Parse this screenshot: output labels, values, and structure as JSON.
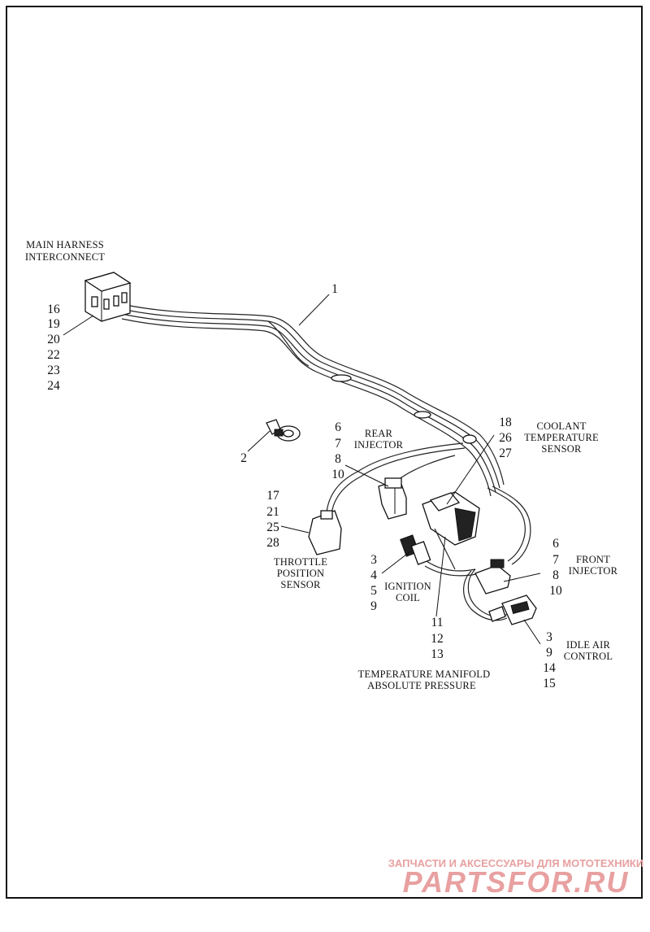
{
  "labels": {
    "main_harness": [
      "MAIN HARNESS",
      "INTERCONNECT"
    ],
    "main_harness_refs": [
      "16",
      "19",
      "20",
      "22",
      "23",
      "24"
    ],
    "harness_ref": "1",
    "sensor_ref": "2",
    "rear_injector": [
      "REAR",
      "INJECTOR"
    ],
    "rear_injector_refs": [
      "6",
      "7",
      "8",
      "10"
    ],
    "coolant_sensor": [
      "COOLANT",
      "TEMPERATURE",
      "SENSOR"
    ],
    "coolant_refs": [
      "18",
      "26",
      "27"
    ],
    "throttle_sensor": [
      "THROTTLE",
      "POSITION",
      "SENSOR"
    ],
    "throttle_refs": [
      "17",
      "21",
      "25",
      "28"
    ],
    "ignition_coil": [
      "IGNITION",
      "COIL"
    ],
    "ignition_refs": [
      "3",
      "4",
      "5",
      "9"
    ],
    "front_injector": [
      "FRONT",
      "INJECTOR"
    ],
    "front_injector_refs": [
      "6",
      "7",
      "8",
      "10"
    ],
    "tmap_refs": [
      "11",
      "12",
      "13"
    ],
    "tmap": [
      "TEMPERATURE MANIFOLD",
      "ABSOLUTE PRESSURE"
    ],
    "idle_air": [
      "IDLE AIR",
      "CONTROL"
    ],
    "idle_air_refs": [
      "3",
      "9",
      "14",
      "15"
    ]
  },
  "watermark": {
    "tagline": "ЗАПЧАСТИ И АКСЕССУАРЫ ДЛЯ МОТОТЕХНИКИ",
    "brand": "PARTSFOR.RU",
    "color": "#e8a0a0"
  }
}
